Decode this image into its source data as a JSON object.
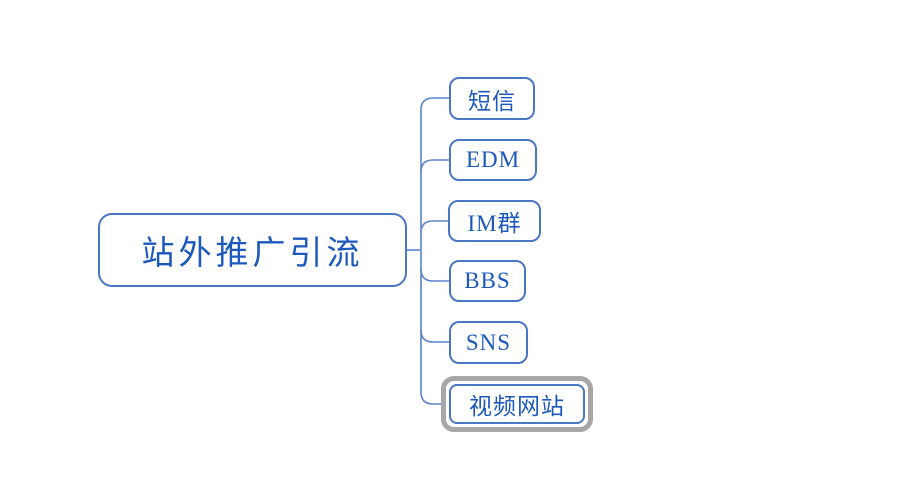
{
  "diagram": {
    "root": {
      "label": "站外推广引流"
    },
    "children": [
      {
        "label": "短信",
        "selected": false
      },
      {
        "label": "EDM",
        "selected": false
      },
      {
        "label": "IM群",
        "selected": false
      },
      {
        "label": "BBS",
        "selected": false
      },
      {
        "label": "SNS",
        "selected": false
      },
      {
        "label": "视频网站",
        "selected": true
      }
    ]
  },
  "colors": {
    "node_border": "#4a77c4",
    "node_text": "#1d58bc",
    "connector": "#5b84cc",
    "selection_ring": "#a7a7a7",
    "background": "#ffffff"
  }
}
